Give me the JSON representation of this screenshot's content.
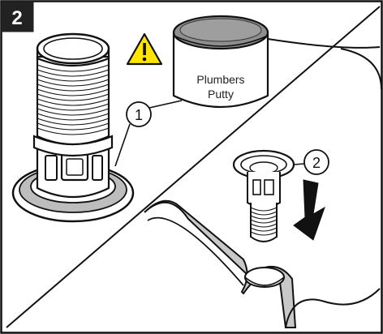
{
  "step_number": "2",
  "putty_label_line1": "Plumbers",
  "putty_label_line2": "Putty",
  "callout_1": "1",
  "callout_2": "2",
  "colors": {
    "badge": "#222222",
    "outline": "#111111",
    "putty_lid": "#8e8e8e",
    "putty_ring": "#b0b0b0",
    "basin_edge": "#c8c8c8",
    "warning_fill": "#ffe600"
  },
  "icons": {
    "warning": "warning-triangle-icon",
    "arrow": "down-arrow-icon"
  }
}
